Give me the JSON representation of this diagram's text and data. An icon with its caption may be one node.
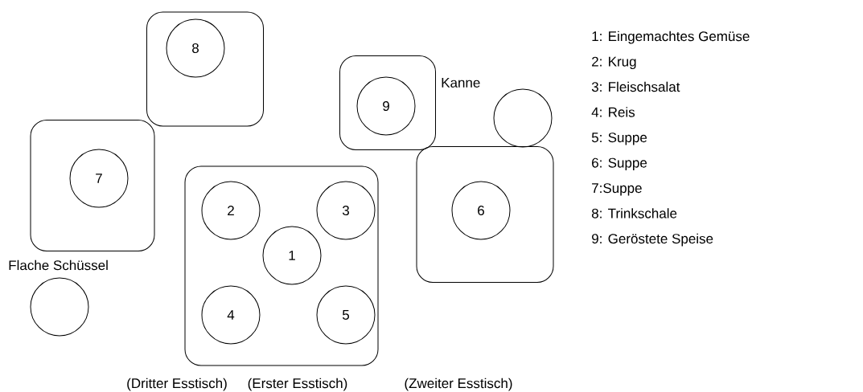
{
  "diagram": {
    "nodes": [
      {
        "text": [],
        "shape": "box"
      },
      {
        "text": [
          "8"
        ],
        "in": 0
      },
      {
        "text": [],
        "shape": "box"
      },
      {
        "text": [
          "9"
        ],
        "in": 2
      },
      {
        "text": [],
        "shape": "circle",
        "beside": [
          "Kanne"
        ]
      },
      {
        "text": [],
        "shape": "box"
      },
      {
        "text": [
          "7"
        ],
        "in": 5
      },
      {
        "text": [],
        "shape": "box"
      },
      {
        "text": [
          "2"
        ],
        "in": 7
      },
      {
        "text": [
          "3"
        ],
        "in": 7
      },
      {
        "text": [
          "1"
        ],
        "in": 7
      },
      {
        "text": [],
        "shape": "box"
      },
      {
        "text": [
          "6"
        ],
        "in": 11
      },
      {
        "text": [
          "4"
        ],
        "in": 7
      },
      {
        "text": [
          "5"
        ],
        "in": 7
      },
      {
        "text": [],
        "shape": "circle",
        "beside": [
          "Flache Schüssel"
        ]
      }
    ],
    "labels": [
      "1: Eingemachtes Gemüse",
      "2: Krug",
      "3: Fleischsalat",
      "4: Reis",
      "5: Suppe",
      "6: Suppe",
      "7:Suppe",
      "8: Trinkschale",
      "9: Geröstete Speise",
      "(Dritter Esstisch)",
      "(Erster Esstisch)",
      "(Zweiter Esstisch)"
    ]
  }
}
